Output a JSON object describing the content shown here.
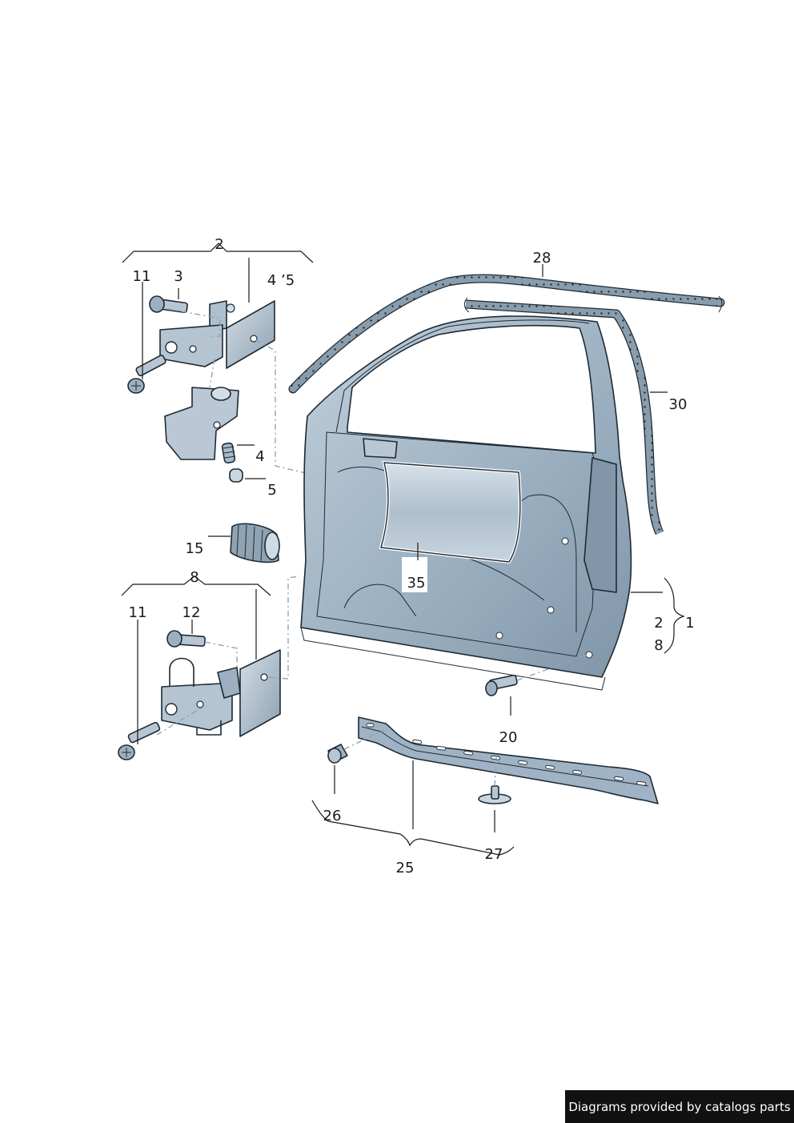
{
  "callouts": {
    "c2_top": "2",
    "c11_top": "11",
    "c3": "3",
    "c4_5": "4 ’5",
    "c4": "4",
    "c5": "5",
    "c15": "15",
    "c8_top": "8",
    "c11_bottom": "11",
    "c12": "12",
    "c28": "28",
    "c30": "30",
    "c35": "35",
    "c2_right": "2",
    "c8_right": "8",
    "c1": "1",
    "c20": "20",
    "c26": "26",
    "c27": "27",
    "c25": "25"
  },
  "credit": "Diagrams provided by catalogs parts",
  "colors": {
    "door_panel": "#9fb3c4",
    "door_dark": "#6e8799",
    "door_light": "#c9d6e0",
    "seal": "#7d909f",
    "window_film": "#b7c7d4",
    "line": "#1e2a34"
  }
}
